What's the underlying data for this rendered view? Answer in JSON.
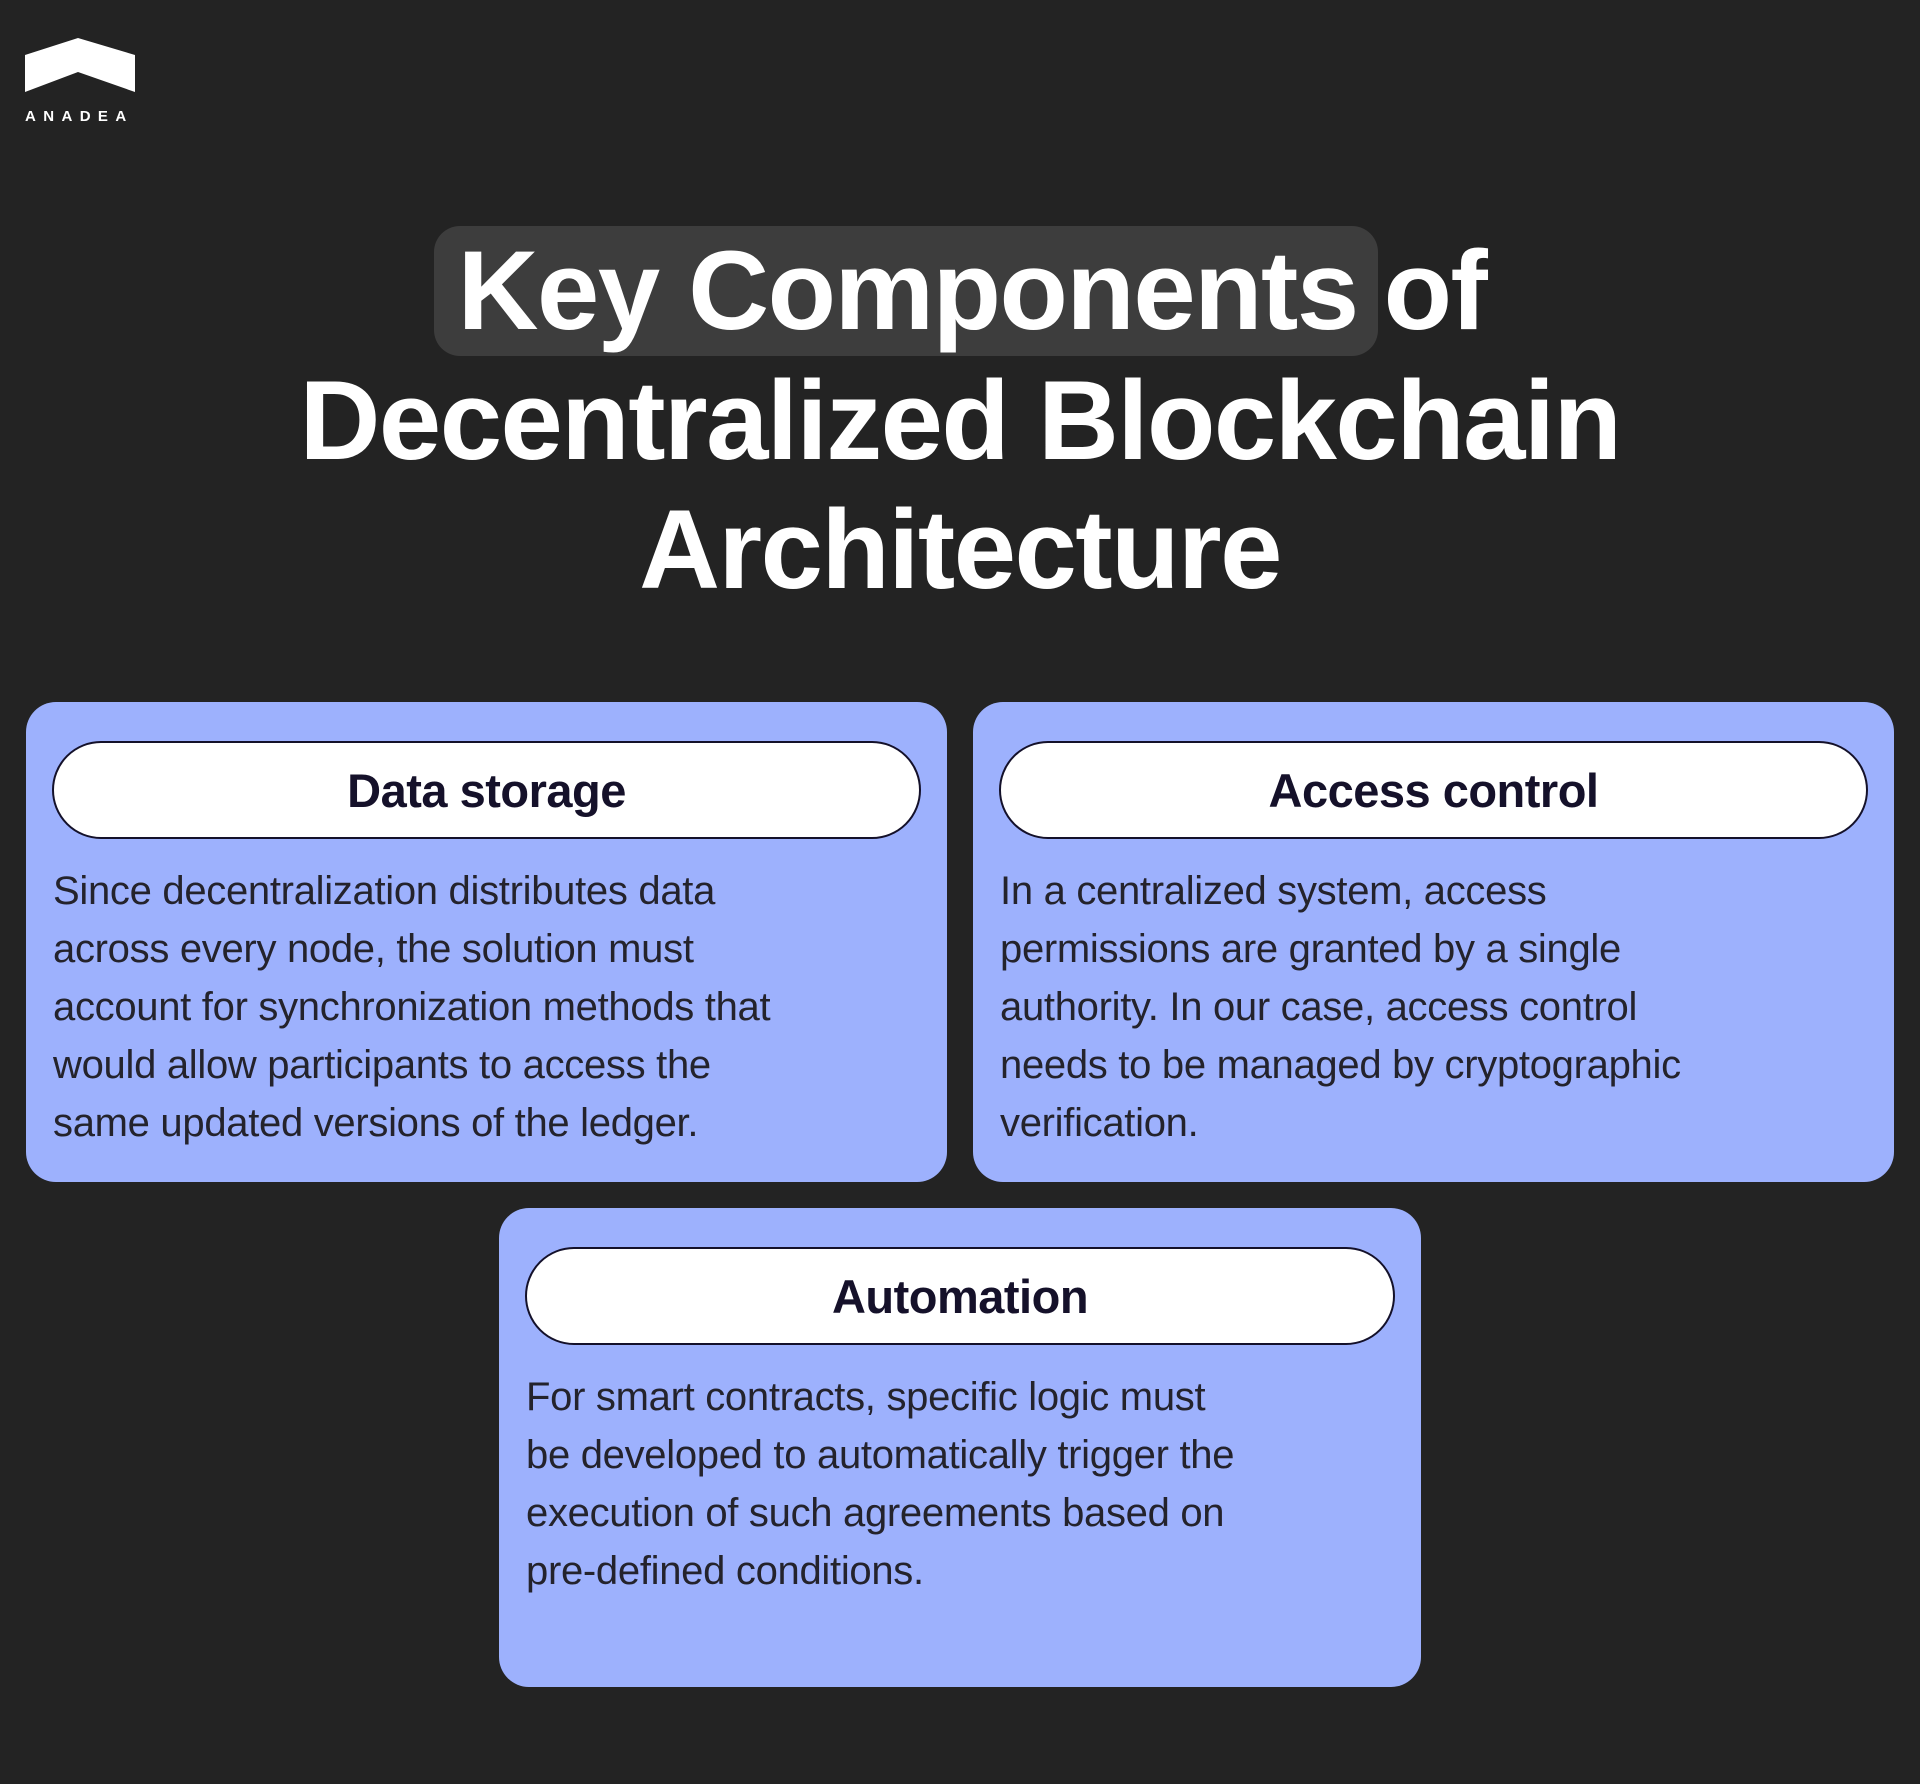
{
  "brand": {
    "name": "ANADEA",
    "logo_icon": "chevron-roof-logo-icon"
  },
  "colors": {
    "background": "#232323",
    "title_text": "#ffffff",
    "title_highlight": "#3d3d3d",
    "card_background": "#9db1fd",
    "pill_background": "#ffffff",
    "pill_border": "#14112a",
    "heading_text": "#15112a",
    "body_text": "#24232c"
  },
  "title": {
    "highlighted": "Key Components",
    "line1_rest": "of",
    "line2": "Decentralized Blockchain",
    "line3": "Architecture"
  },
  "cards": [
    {
      "heading": "Data storage",
      "body_lines": [
        "Since decentralization distributes data",
        "across every node, the solution must",
        "account for synchronization methods that",
        "would allow participants to access the",
        "same updated versions of the ledger."
      ]
    },
    {
      "heading": "Access control",
      "body_lines": [
        "In a centralized system, access",
        "permissions are granted by a single",
        "authority. In our case, access control",
        "needs to be managed by cryptographic",
        "verification."
      ]
    },
    {
      "heading": "Automation",
      "body_lines": [
        "For smart contracts, specific logic must",
        "be developed to automatically trigger the",
        "execution of such agreements based on",
        "pre-defined conditions."
      ]
    }
  ]
}
